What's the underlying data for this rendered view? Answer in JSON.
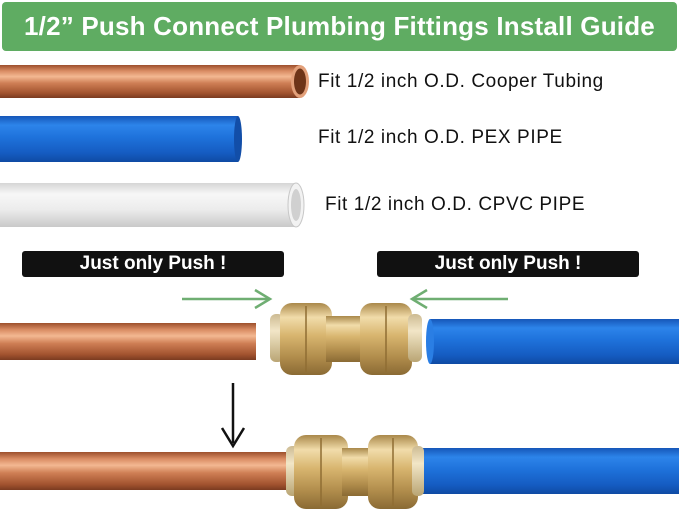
{
  "title": "1/2” Push Connect Plumbing Fittings Install Guide",
  "pipes": [
    {
      "label": "Fit 1/2 inch O.D. Cooper Tubing",
      "material": "copper"
    },
    {
      "label": "Fit 1/2 inch O.D. PEX PIPE",
      "material": "pex"
    },
    {
      "label": "Fit 1/2 inch O.D. CPVC PIPE",
      "material": "cpvc"
    }
  ],
  "instructions": {
    "left": "Just only Push !",
    "right": "Just only Push !"
  },
  "colors": {
    "banner": "#5fac62",
    "copper": "#c8774e",
    "pex": "#1f6fd6",
    "cpvc": "#ececec",
    "brass": "#d9b878",
    "arrow_green": "#6fae72",
    "pill": "#111111"
  },
  "icons": [
    "push-arrow-right-icon",
    "push-arrow-left-icon",
    "down-arrow-icon"
  ]
}
